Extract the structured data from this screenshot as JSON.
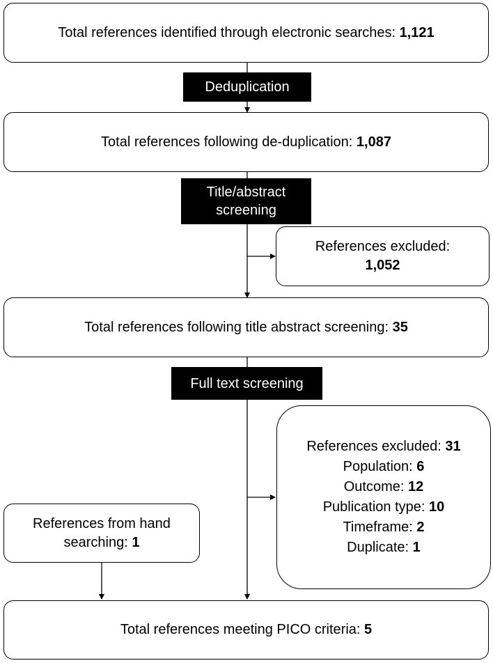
{
  "boxes": {
    "identified": {
      "label": "Total references identified through electronic searches:",
      "value": "1,121"
    },
    "dedup": {
      "label": "Total references following de-duplication:",
      "value": "1,087"
    },
    "excluded1": {
      "label": "References excluded:",
      "value": "1,052"
    },
    "screened": {
      "label": "Total references following title abstract screening:",
      "value": "35"
    },
    "excluded2": {
      "rows": [
        {
          "label": "References excluded:",
          "value": "31"
        },
        {
          "label": "Population:",
          "value": "6"
        },
        {
          "label": "Outcome:",
          "value": "12"
        },
        {
          "label": "Publication type:",
          "value": "10"
        },
        {
          "label": "Timeframe:",
          "value": "2"
        },
        {
          "label": "Duplicate:",
          "value": "1"
        }
      ]
    },
    "hand": {
      "label": "References from hand searching:",
      "value": "1"
    },
    "final": {
      "label": "Total references meeting PICO criteria:",
      "value": "5"
    }
  },
  "stages": {
    "dedup": "Deduplication",
    "title_abstract": [
      "Title/abstract",
      "screening"
    ],
    "full_text": "Full text screening"
  }
}
